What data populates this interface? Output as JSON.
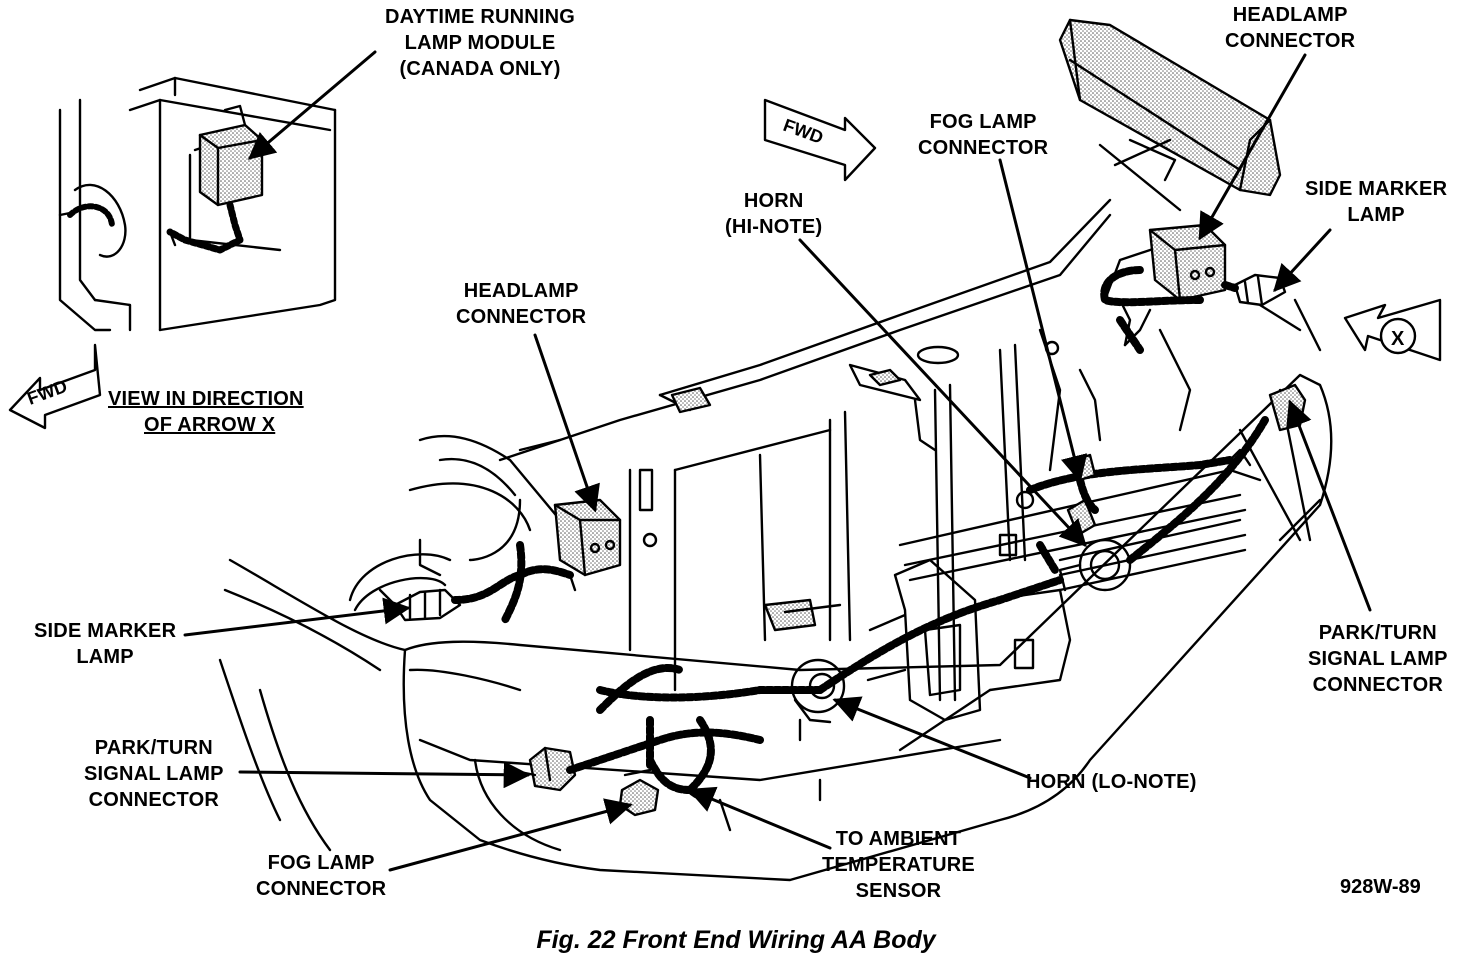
{
  "labels": {
    "drl_module": [
      "DAYTIME RUNNING",
      "LAMP MODULE",
      "(CANADA ONLY)"
    ],
    "headlamp_connector_right": [
      "HEADLAMP",
      "CONNECTOR"
    ],
    "fog_lamp_connector_top": [
      "FOG LAMP",
      "CONNECTOR"
    ],
    "horn_hi_note": [
      "HORN",
      "(HI-NOTE)"
    ],
    "side_marker_lamp_right": [
      "SIDE MARKER",
      "LAMP"
    ],
    "headlamp_connector_left": [
      "HEADLAMP",
      "CONNECTOR"
    ],
    "view_direction": [
      "VIEW IN DIRECTION",
      "OF ARROW X"
    ],
    "side_marker_lamp_left": [
      "SIDE MARKER",
      "LAMP"
    ],
    "park_turn_right": [
      "PARK/TURN",
      "SIGNAL LAMP",
      "CONNECTOR"
    ],
    "park_turn_left": [
      "PARK/TURN",
      "SIGNAL LAMP",
      "CONNECTOR"
    ],
    "horn_lo_note": [
      "HORN (LO-NOTE)"
    ],
    "ambient_sensor": [
      "TO AMBIENT",
      "TEMPERATURE",
      "SENSOR"
    ],
    "fog_lamp_connector_bottom": [
      "FOG LAMP",
      "CONNECTOR"
    ]
  },
  "fwd_arrows": [
    "FWD",
    "FWD"
  ],
  "arrow_x_label": "X",
  "figure_code": "928W-89",
  "caption": "Fig. 22 Front End Wiring AA Body"
}
